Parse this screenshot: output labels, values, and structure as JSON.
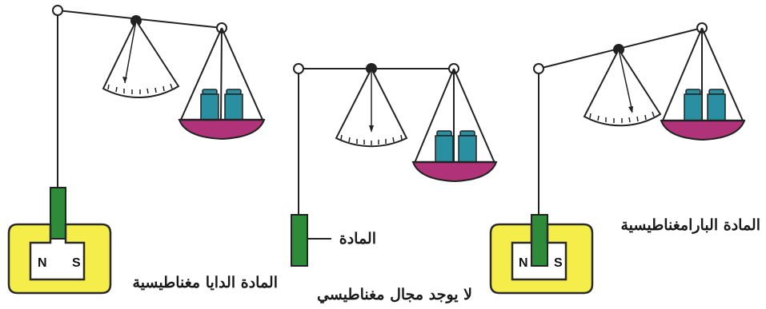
{
  "labels": {
    "diamagnetic": "المادة الدايا مغناطيسية",
    "no_field": "لا يوجد مجال مغناطيسي",
    "material": "المادة",
    "paramagnetic": "المادة البارامغناطيسية"
  },
  "poles": {
    "north": "N",
    "south": "S"
  },
  "colors": {
    "magnet_fill": "#f5ee4a",
    "magnet_stroke": "#2a2a2a",
    "sample": "#2e8b3a",
    "weights": "#2a8fa0",
    "pan": "#b0337a",
    "line": "#222222"
  }
}
